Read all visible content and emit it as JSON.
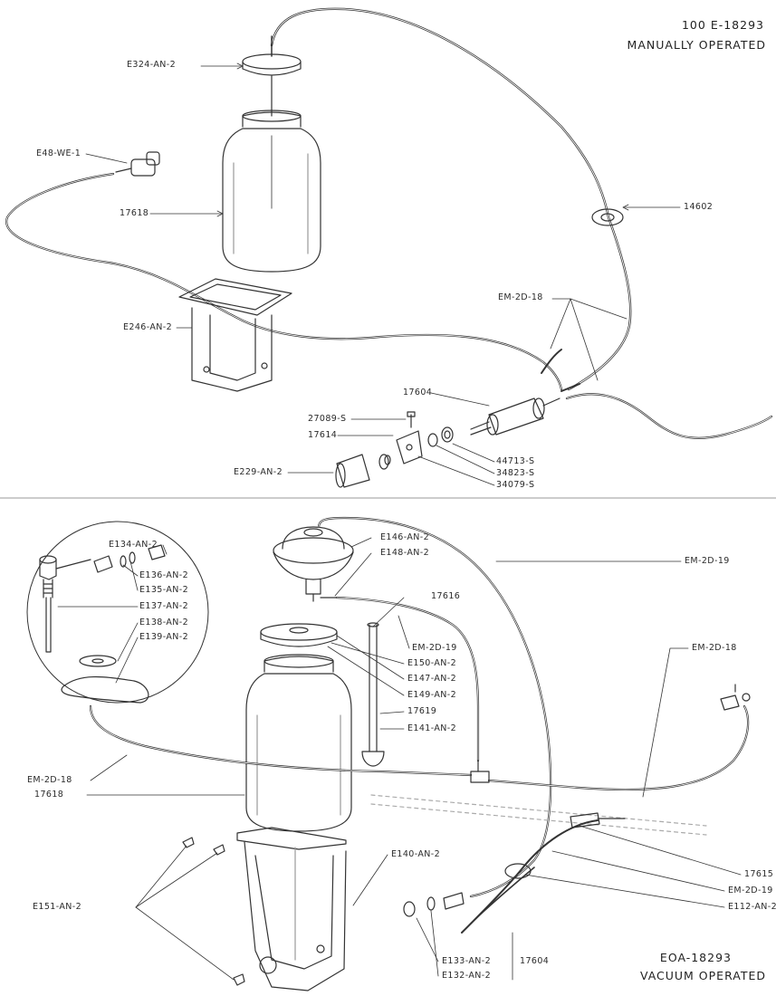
{
  "top": {
    "code": "100 E-18293",
    "mode": "MANUALLY OPERATED",
    "labels": {
      "cap": "E324-AN-2",
      "pump": "E48-WE-1",
      "jar": "17618",
      "bracket": "E246-AN-2",
      "grommet": "14602",
      "tube": "EM-2D-18",
      "valve": "17604",
      "screw": "27089-S",
      "clip": "17614",
      "nozzle": "E229-AN-2",
      "nut": "44713-S",
      "washer_a": "34823-S",
      "washer_b": "34079-S"
    }
  },
  "bottom": {
    "code": "EOA-18293",
    "mode": "VACUUM OPERATED",
    "labels": {
      "e134": "E134-AN-2",
      "e136": "E136-AN-2",
      "e135": "E135-AN-2",
      "e137": "E137-AN-2",
      "e138": "E138-AN-2",
      "e139": "E139-AN-2",
      "e146": "E146-AN-2",
      "e148": "E148-AN-2",
      "p17616": "17616",
      "em2d19_a": "EM-2D-19",
      "e150": "E150-AN-2",
      "e147": "E147-AN-2",
      "e149": "E149-AN-2",
      "p17619": "17619",
      "e141": "E141-AN-2",
      "em2d19_top": "EM-2D-19",
      "em2d18_right": "EM-2D-18",
      "em2d18_left": "EM-2D-18",
      "jar": "17618",
      "e140": "E140-AN-2",
      "e151": "E151-AN-2",
      "p17615": "17615",
      "em2d19_b": "EM-2D-19",
      "e112": "E112-AN-2",
      "e133": "E133-AN-2",
      "e132": "E132-AN-2",
      "p17604": "17604"
    }
  }
}
